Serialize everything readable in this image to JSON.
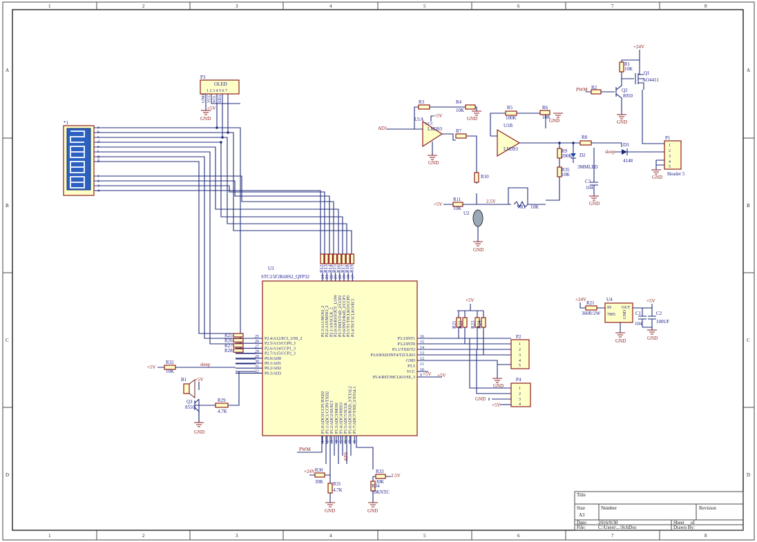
{
  "grid": {
    "cols": [
      "1",
      "2",
      "3",
      "4",
      "5",
      "6",
      "7",
      "8"
    ],
    "rows": [
      "A",
      "B",
      "C",
      "D"
    ]
  },
  "nets": {
    "gnd": "GND",
    "p5v": "+5V",
    "p24v": "+24V",
    "p25v": "2.5V",
    "ad1": "AD1",
    "pwm": "PWM",
    "sleep": "sleep"
  },
  "display": {
    "des": "*1",
    "seg_labels": [
      "a",
      "b",
      "c",
      "d",
      "e",
      "f",
      "g",
      "P"
    ],
    "dig_labels": [
      "1",
      "2",
      "3",
      "4"
    ]
  },
  "oled": {
    "des": "P3",
    "title": "OLED",
    "pins": [
      "GND",
      "VCC",
      "SCL",
      "SDA"
    ]
  },
  "u1a": {
    "des": "U1A",
    "val": "LM393",
    "vcc": "VCC"
  },
  "u1b": {
    "des": "U1B",
    "val": "LM393"
  },
  "r3": {
    "des": "R3"
  },
  "r4": {
    "des": "R4",
    "val": "10K"
  },
  "r5": {
    "des": "R5",
    "val": "100K"
  },
  "r6": {
    "des": "R6",
    "val": "10K"
  },
  "r7": {
    "des": "R7"
  },
  "r8": {
    "des": "R8"
  },
  "r9": {
    "des": "R9",
    "val": "200K"
  },
  "r10": {
    "des": "R10"
  },
  "r11": {
    "des": "R11",
    "val": "10K"
  },
  "r35": {
    "des": "R35",
    "val": "10K"
  },
  "vr1": {
    "des": "VR1",
    "val": "10K"
  },
  "d2": {
    "des": "D2",
    "val": "3MMLED"
  },
  "d3": {
    "des": "D3",
    "val": "4148"
  },
  "c3": {
    "des": "C3",
    "val": "104"
  },
  "u2": {
    "des": "U2"
  },
  "r1": {
    "des": "R1",
    "val": "10K"
  },
  "r2": {
    "des": "R2"
  },
  "q1": {
    "des": "Q1",
    "val": "AO4411"
  },
  "q2": {
    "des": "Q2",
    "val": "8050"
  },
  "p1": {
    "des": "P1",
    "val": "Header 5",
    "pins": [
      "1",
      "2",
      "3",
      "4",
      "5"
    ]
  },
  "u3": {
    "des": "U3",
    "val": "STC15F2K60S2_QFP32",
    "left_pins": [
      {
        "num": "25",
        "name": "P2.4/A12/ECI_3/SS_2"
      },
      {
        "num": "26",
        "name": "P2.5/A13/CCP0_3"
      },
      {
        "num": "27",
        "name": "P2.6/A14/CCP1_3"
      },
      {
        "num": "28",
        "name": "P2.7/A15/CCP2_3"
      },
      {
        "num": "29",
        "name": "P0.0/AD0"
      },
      {
        "num": "30",
        "name": "P0.1/AD1"
      },
      {
        "num": "31",
        "name": "P0.2/AD2"
      },
      {
        "num": "32",
        "name": "P0.3/AD3"
      }
    ],
    "right_pins": [
      {
        "num": "16",
        "name": "P3.3/INT1"
      },
      {
        "num": "15",
        "name": "P3.2/INT0"
      },
      {
        "num": "14",
        "name": "P3.1/TXD/T2"
      },
      {
        "num": "13",
        "name": "P3.0/RXD/INT4/T2CLKO"
      },
      {
        "num": "12",
        "name": "GND"
      },
      {
        "num": "11",
        "name": "P5.5"
      },
      {
        "num": "10",
        "name": "VCC"
      },
      {
        "num": "9",
        "name": "P5.4/RST/MCLKO/SS_3"
      }
    ],
    "top_pins": [
      {
        "num": "24",
        "name": "P2.3/A11/MOSI_2"
      },
      {
        "num": "23",
        "name": "P2.2/A10/MISO_2"
      },
      {
        "num": "22",
        "name": "P2.1/A9/SCLK_2"
      },
      {
        "num": "21",
        "name": "P2.0/A8/RSTOUT_LOW"
      },
      {
        "num": "20",
        "name": "P3.7/INT3/TxD_2/CCP2"
      },
      {
        "num": "19",
        "name": "P3.6/INT2/RxD_2/CCP1"
      },
      {
        "num": "18",
        "name": "P3.5/T1/T0CLKO/CCP0"
      },
      {
        "num": "17",
        "name": "P3.4/T0/T1CLKO/ECI"
      }
    ],
    "bottom_pins": [
      {
        "num": "1",
        "name": "P1.0/ADC0/CCP1/RXD2"
      },
      {
        "num": "2",
        "name": "P1.1/ADC1/CCP0/TXD2"
      },
      {
        "num": "3",
        "name": "P1.2/ADC2/SS/ECI"
      },
      {
        "num": "4",
        "name": "P1.3/ADC3/MOSI"
      },
      {
        "num": "5",
        "name": "P1.4/ADC4/MISO"
      },
      {
        "num": "6",
        "name": "P1.5/ADC5/SCLK"
      },
      {
        "num": "7",
        "name": "P1.6/ADC6/RXD_3/XTAL2"
      },
      {
        "num": "8",
        "name": "P1.7/ADC7/TXD_3/XTAL1"
      }
    ]
  },
  "rn_left": [
    "R25",
    "R26",
    "R27",
    "R28"
  ],
  "rn_top": [
    "R12",
    "R13",
    "R14",
    "R15",
    "R16",
    "R17",
    "R18",
    "R19"
  ],
  "r32": {
    "des": "R32",
    "val": "10K"
  },
  "b1": {
    "des": "B1"
  },
  "q3": {
    "des": "Q3",
    "val": "8550"
  },
  "r29": {
    "des": "R29",
    "val": "4.7K"
  },
  "p2": {
    "des": "P2",
    "pins": [
      "1",
      "2",
      "3",
      "4",
      "5"
    ]
  },
  "p4": {
    "des": "P4",
    "pins": [
      "1",
      "2",
      "3",
      "4"
    ]
  },
  "r_up": [
    "R21",
    "R22",
    "R23",
    "R24"
  ],
  "r21": {
    "des": "R21",
    "val": "360R/2W"
  },
  "u4": {
    "des": "U4",
    "val": "7805",
    "in": "IN",
    "out": "OUT",
    "gnd": "GND"
  },
  "c1": {
    "des": "C1",
    "val": "104"
  },
  "c2": {
    "des": "C2",
    "val": "100UF"
  },
  "r30": {
    "des": "R30",
    "val": "30K"
  },
  "r31": {
    "des": "R31",
    "val": "4.7K"
  },
  "r33": {
    "des": "R33",
    "val": "30K"
  },
  "r34": {
    "des": "R34",
    "val": "10KNTC"
  },
  "title_block": {
    "title_lbl": "Title",
    "size_lbl": "Size",
    "size_val": "A3",
    "number_lbl": "Number",
    "revision_lbl": "Revision",
    "date_lbl": "Date:",
    "date_val": "2016/9/30",
    "file_lbl": "File:",
    "file_val": "C:\\Users\\...\\SchDoc",
    "sheet_lbl": "Sheet",
    "of_lbl": "of",
    "drawn_lbl": "Drawn By:",
    "drawn_val": ""
  }
}
